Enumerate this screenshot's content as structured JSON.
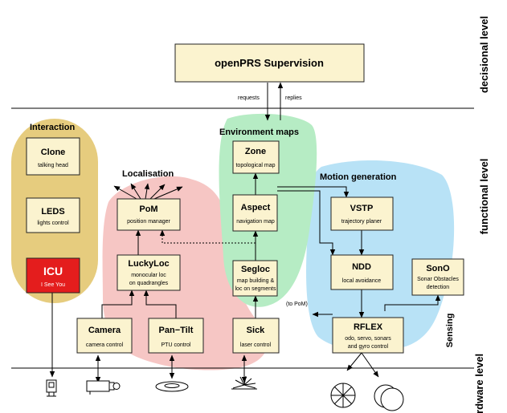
{
  "levels": {
    "decisional": "decisional level",
    "functional": "functional level",
    "hardware": "hardware level"
  },
  "supervision": {
    "title": "openPRS Supervision",
    "requests": "requests",
    "replies": "replies"
  },
  "groups": {
    "interaction": "Interaction",
    "localisation": "Localisation",
    "environment": "Environment maps",
    "motion": "Motion generation",
    "sensing": "Sensing",
    "to_pom": "(to PoM)"
  },
  "modules": {
    "clone": {
      "title": "Clone",
      "sub": "talking head"
    },
    "leds": {
      "title": "LEDS",
      "sub": "lights control"
    },
    "icu": {
      "title": "ICU",
      "sub": "I See You"
    },
    "pom": {
      "title": "PoM",
      "sub": "position manager"
    },
    "luckyloc": {
      "title": "LuckyLoc",
      "sub1": "monocular loc",
      "sub2": "on quadrangles"
    },
    "zone": {
      "title": "Zone",
      "sub": "topological map"
    },
    "aspect": {
      "title": "Aspect",
      "sub": "navigation map"
    },
    "segloc": {
      "title": "Segloc",
      "sub1": "map building &",
      "sub2": "loc on segments"
    },
    "vstp": {
      "title": "VSTP",
      "sub": "trajectory planer"
    },
    "ndd": {
      "title": "NDD",
      "sub": "local avoidance"
    },
    "sono": {
      "title": "SonO",
      "sub1": "Sonar Obstacles",
      "sub2": "detection"
    },
    "camera": {
      "title": "Camera",
      "sub": "camera control"
    },
    "pantilt": {
      "title": "Pan−Tilt",
      "sub": "PTU control"
    },
    "sick": {
      "title": "Sick",
      "sub": "laser control"
    },
    "rflex": {
      "title": "RFLEX",
      "sub1": "odo, servo, sonars",
      "sub2": "and gyro control"
    }
  },
  "icons": [
    "webcam-icon",
    "camera-icon",
    "pan-tilt-unit-icon",
    "laser-scanner-icon",
    "wheel-icon",
    "sonar-icon"
  ],
  "colors": {
    "interaction": "#e6cc7e",
    "localisation": "#f6c6c4",
    "environment": "#b6ecc4",
    "motion": "#b8e2f6",
    "module": "#fbf3cf",
    "icu": "#e41d1d"
  }
}
